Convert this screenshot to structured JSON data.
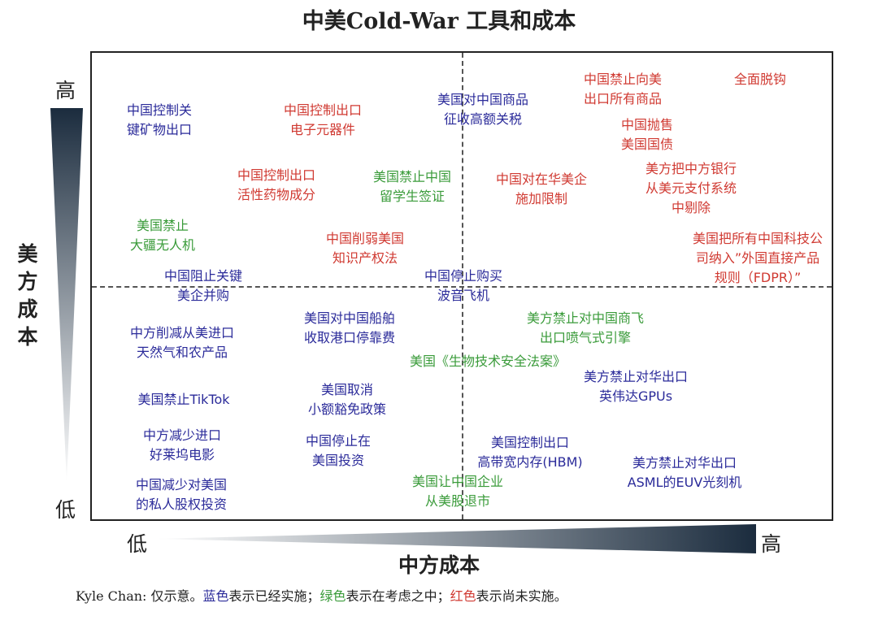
{
  "title": "中美Cold-War  工具和成本",
  "axes": {
    "y_label": "美方成本",
    "x_label": "中方成本",
    "y_high": "高",
    "y_low": "低",
    "x_low": "低",
    "x_high": "高"
  },
  "colors": {
    "implemented": "#2b2b9a",
    "considering": "#3a9b3a",
    "not_implemented": "#d03a32"
  },
  "items": [
    {
      "text": "中国控制关\n键矿物出口",
      "status": "implemented"
    },
    {
      "text": "中国控制出口\n电子元器件",
      "status": "not_implemented"
    },
    {
      "text": "美国对中国商品\n征收高额关税",
      "status": "implemented"
    },
    {
      "text": "中国禁止向美\n出口所有商品",
      "status": "not_implemented"
    },
    {
      "text": "全面脱钩",
      "status": "not_implemented"
    },
    {
      "text": "中国抛售\n美国国债",
      "status": "not_implemented"
    },
    {
      "text": "中国控制出口\n活性药物成分",
      "status": "not_implemented"
    },
    {
      "text": "美国禁止中国\n留学生签证",
      "status": "considering"
    },
    {
      "text": "中国对在华美企\n施加限制",
      "status": "not_implemented"
    },
    {
      "text": "美方把中方银行\n从美元支付系统\n中剔除",
      "status": "not_implemented"
    },
    {
      "text": "美国禁止\n大疆无人机",
      "status": "considering"
    },
    {
      "text": "中国削弱美国\n知识产权法",
      "status": "not_implemented"
    },
    {
      "text": "美国把所有中国科技公\n司纳入”外国直接产品\n规则（FDPR）”",
      "status": "not_implemented"
    },
    {
      "text": "中国阻止关键\n美企并购",
      "status": "implemented"
    },
    {
      "text": "中国停止购买\n波音飞机",
      "status": "implemented"
    },
    {
      "text": "美国对中国船舶\n收取港口停靠费",
      "status": "implemented"
    },
    {
      "text": "美方禁止对中国商飞\n出口喷气式引擎",
      "status": "considering"
    },
    {
      "text": "中方削减从美进口\n天然气和农产品",
      "status": "implemented"
    },
    {
      "text": "美国《生物技术安全法案》",
      "status": "considering"
    },
    {
      "text": "美方禁止对华出口\n英伟达GPUs",
      "status": "implemented"
    },
    {
      "text": "美国禁止TikTok",
      "status": "implemented"
    },
    {
      "text": "美国取消\n小额豁免政策",
      "status": "implemented"
    },
    {
      "text": "中方减少进口\n好莱坞电影",
      "status": "implemented"
    },
    {
      "text": "中国停止在\n美国投资",
      "status": "implemented"
    },
    {
      "text": "美国控制出口\n高带宽内存(HBM)",
      "status": "implemented"
    },
    {
      "text": "美方禁止对华出口\nASML的EUV光刻机",
      "status": "implemented"
    },
    {
      "text": "中国减少对美国\n的私人股权投资",
      "status": "implemented"
    },
    {
      "text": "美国让中国企业\n从美股退市",
      "status": "considering"
    }
  ],
  "footer": {
    "prefix": "Kyle Chan: 仅示意。",
    "blue": "蓝色",
    "blue_suffix": "表示已经实施；",
    "green": "绿色",
    "green_suffix": "表示在考虑之中；",
    "red": "红色",
    "red_suffix": "表示尚未实施。"
  }
}
